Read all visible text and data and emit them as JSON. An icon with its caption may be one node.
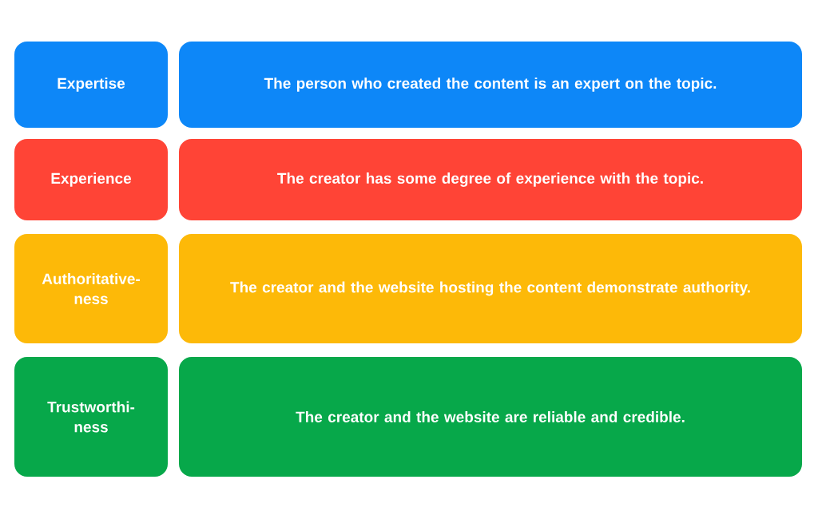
{
  "diagram": {
    "nodes": [
      {
        "text": [
          "Expertise"
        ]
      },
      {
        "text": [
          "The person who created the content is an expert on the topic."
        ]
      },
      {
        "text": [
          "Experience"
        ]
      },
      {
        "text": [
          "The creator has some degree of experience with the topic."
        ]
      },
      {
        "text": [
          "Authoritative-ness"
        ]
      },
      {
        "text": [
          "The creator and the website hosting the content demonstrate authority."
        ]
      },
      {
        "text": [
          "Trustworthi-ness"
        ]
      },
      {
        "text": [
          "The creator and the website are reliable and credible."
        ]
      }
    ]
  }
}
